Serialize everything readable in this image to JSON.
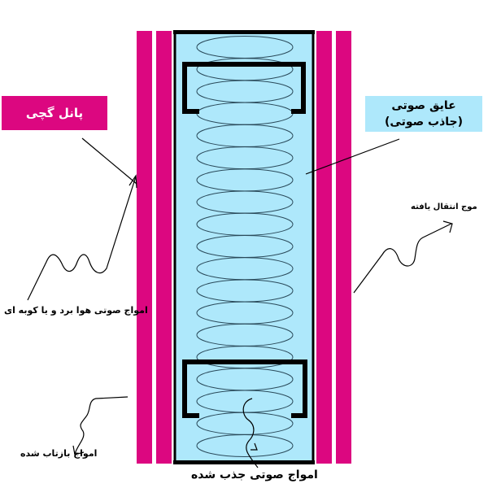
{
  "labels": {
    "gypsum_panel": "پانل گچی",
    "insulation_line1": "عایق صوتی",
    "insulation_line2": "(جاذب صوتی)",
    "transmitted_wave": "موج انتقال یافته",
    "incoming_waves": "امواج صوتی هوا برد و یا کوبه ای",
    "reflected_waves": "امواج بازتاب شده",
    "absorbed_waves": "امواج صوتی جذب شده"
  },
  "colors": {
    "panel": "#dc0780",
    "insulation": "#aee8fb",
    "frame": "#000000"
  },
  "insulation_coil_count": 19
}
